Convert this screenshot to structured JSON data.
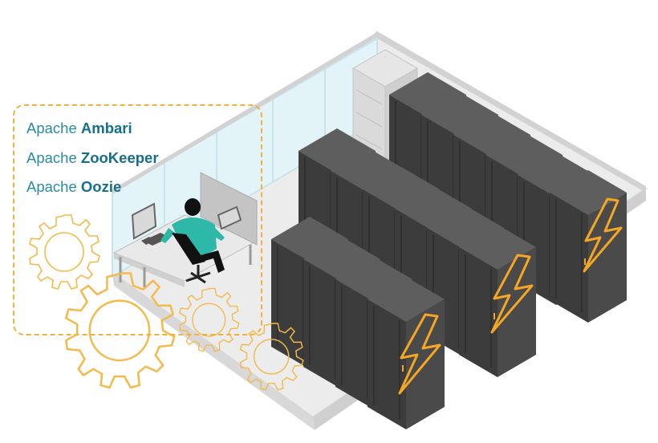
{
  "labels": [
    {
      "prefix": "Apache",
      "name": "Ambari"
    },
    {
      "prefix": "Apache",
      "name": "ZooKeeper"
    },
    {
      "prefix": "Apache",
      "name": "Oozie"
    }
  ],
  "colors": {
    "accent_orange": "#f5a623",
    "label_teal": "#1e7f9a",
    "rack_dark": "#3f3f3f",
    "person_teal": "#2eb8a8",
    "glass": "#dff3f8"
  },
  "icons": [
    "gear-icon",
    "lightning-bolt-icon",
    "server-rack-icon",
    "person-icon",
    "monitor-icon",
    "office-chair-icon"
  ]
}
